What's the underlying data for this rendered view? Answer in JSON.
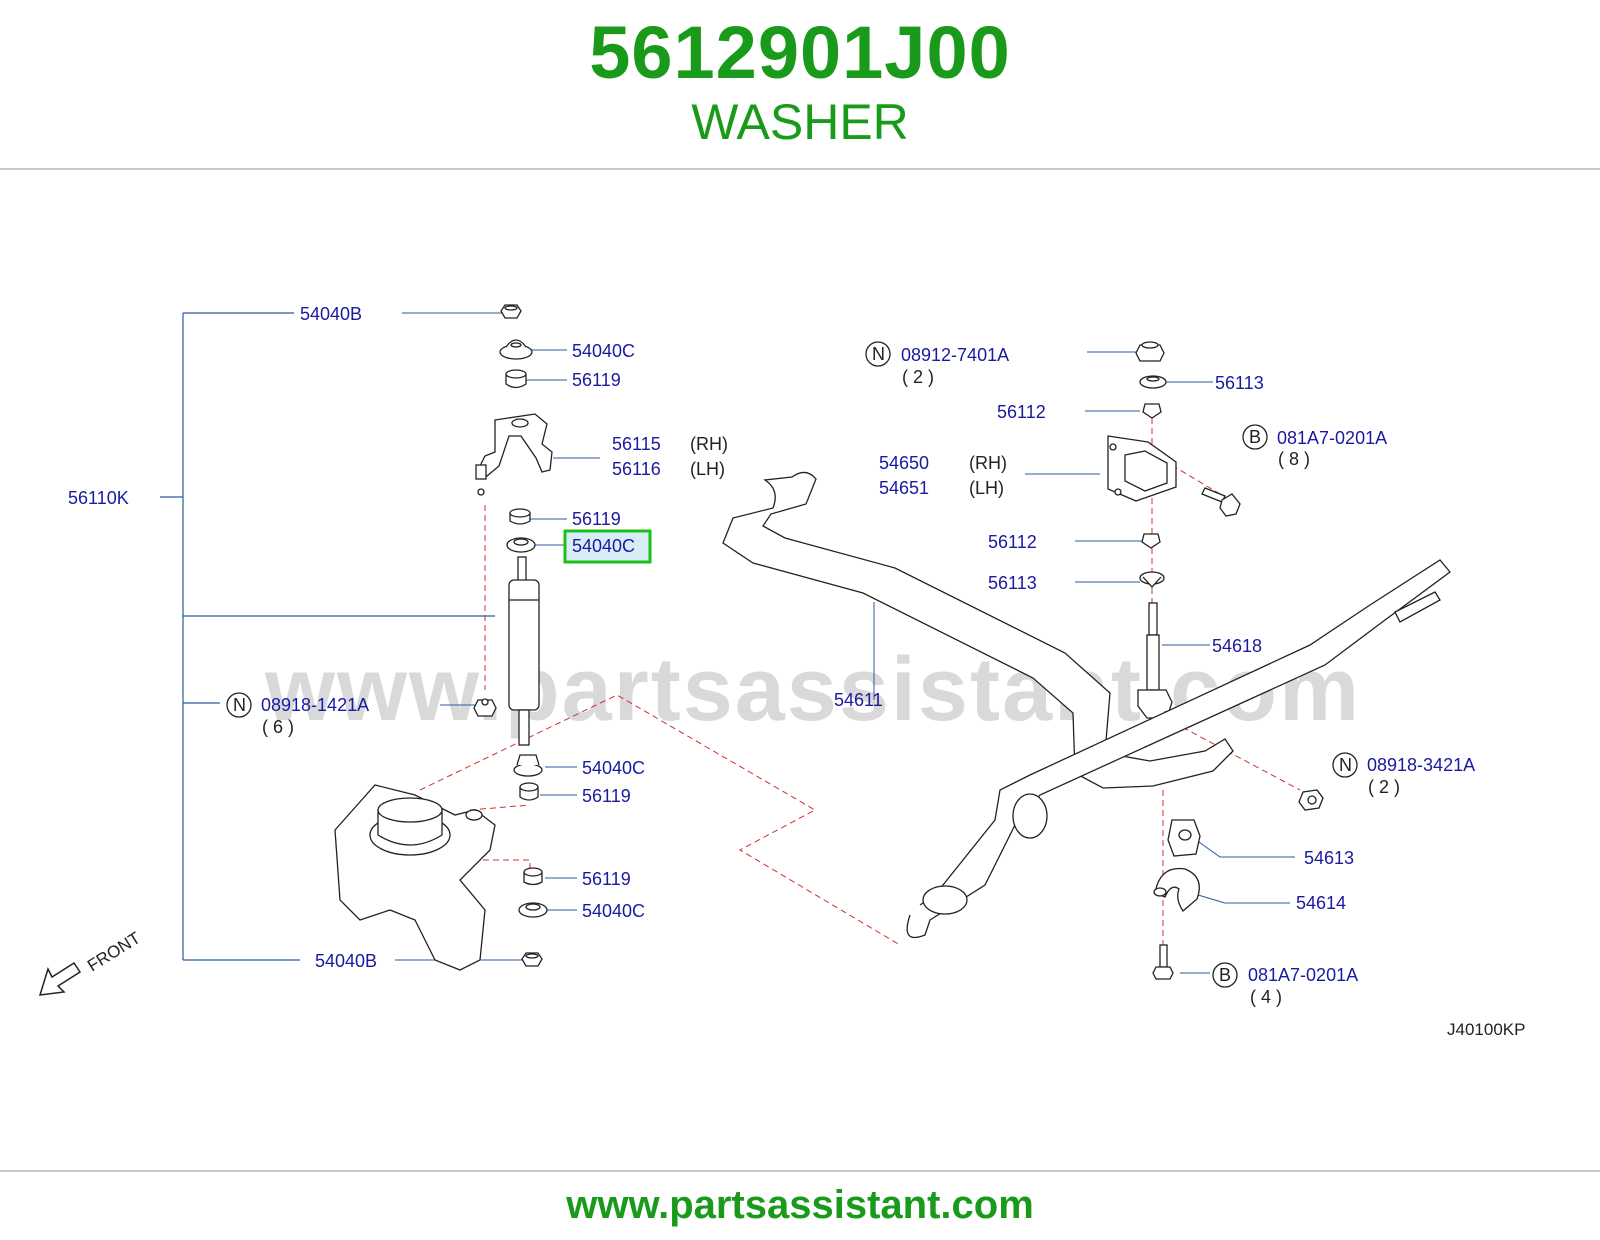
{
  "header": {
    "part_number": "5612901J00",
    "part_name": "WASHER"
  },
  "footer": {
    "url": "www.partsassistant.com"
  },
  "diagram": {
    "watermark": "www.partsassistant.com",
    "code": "J40100KP",
    "front_label": "FRONT",
    "highlight_color": "#19c219",
    "label_color": "#1a1aa0",
    "labels": {
      "l_54040B_top": "54040B",
      "l_54040C_1": "54040C",
      "l_56119_1": "56119",
      "l_56115": "56115",
      "l_rh_1": "(RH)",
      "l_56116": "56116",
      "l_lh_1": "(LH)",
      "l_56110K": "56110K",
      "l_56119_2": "56119",
      "l_54040C_sel": "54040C",
      "l_08918_1421A": "08918-1421A",
      "l_qty6": "( 6 )",
      "l_54040C_3": "54040C",
      "l_56119_3": "56119",
      "l_56119_4": "56119",
      "l_54040C_4": "54040C",
      "l_54040B_bot": "54040B",
      "l_08912_7401A": "08912-7401A",
      "l_qty2a": "( 2 )",
      "l_56113_top": "56113",
      "l_56112_top": "56112",
      "l_081A7_a": "081A7-0201A",
      "l_qty8": "( 8 )",
      "l_54650": "54650",
      "l_rh_2": "(RH)",
      "l_54651": "54651",
      "l_lh_2": "(LH)",
      "l_56112_bot": "56112",
      "l_56113_bot": "56113",
      "l_54618": "54618",
      "l_54611": "54611",
      "l_08918_3421A": "08918-3421A",
      "l_qty2b": "( 2 )",
      "l_54613": "54613",
      "l_54614": "54614",
      "l_081A7_b": "081A7-0201A",
      "l_qty4": "( 4 )"
    },
    "circle_markers": {
      "n1": "N",
      "n2": "N",
      "n3": "N",
      "b1": "B",
      "b2": "B"
    }
  }
}
